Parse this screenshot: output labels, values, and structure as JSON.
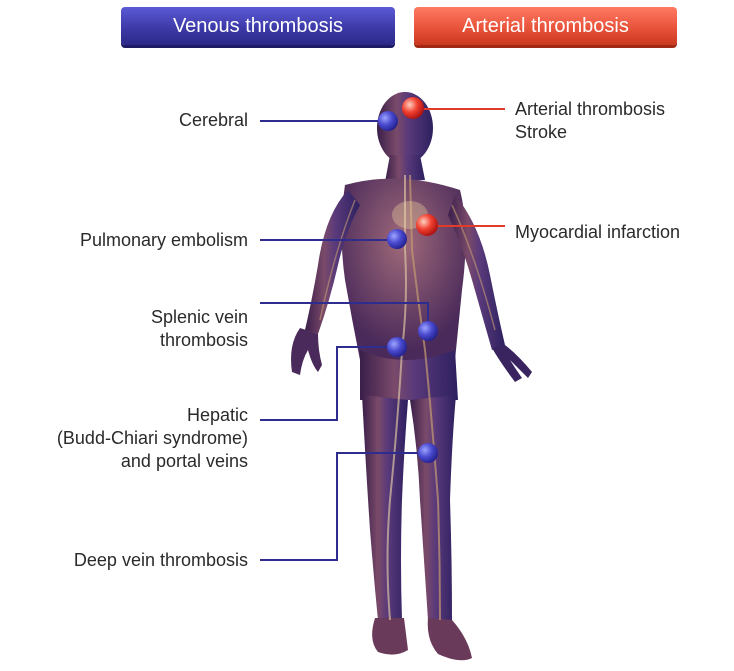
{
  "headers": {
    "venous": "Venous thrombosis",
    "arterial": "Arterial thrombosis"
  },
  "venous_labels": {
    "cerebral": "Cerebral",
    "pulmonary": "Pulmonary embolism",
    "splenic_line1": "Splenic vein",
    "splenic_line2": "thrombosis",
    "hepatic_line1": "Hepatic",
    "hepatic_line2": "(Budd-Chiari syndrome)",
    "hepatic_line3": "and portal veins",
    "dvt": "Deep vein thrombosis"
  },
  "arterial_labels": {
    "stroke_line1": "Arterial thrombosis",
    "stroke_line2": "Stroke",
    "mi": "Myocardial infarction"
  },
  "colors": {
    "venous": "#3d3aa8",
    "arterial": "#e9533b",
    "venous_line": "#2e2c8e",
    "arterial_line": "#e23b2a"
  }
}
